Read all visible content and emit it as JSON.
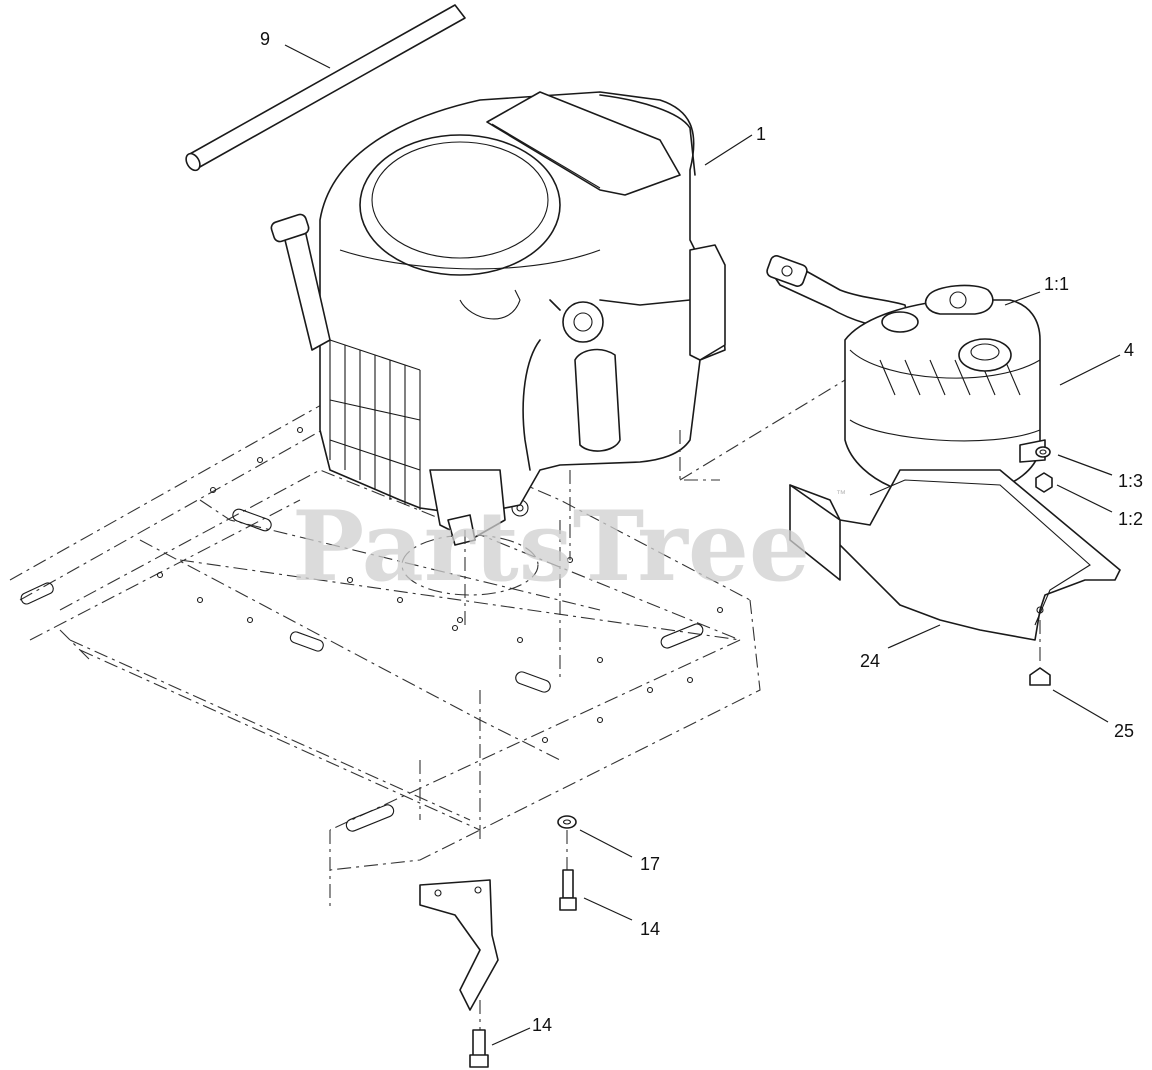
{
  "watermark": {
    "text": "PartsTree",
    "trademark": "™"
  },
  "callouts": [
    {
      "id": "c9",
      "label": "9"
    },
    {
      "id": "c1",
      "label": "1"
    },
    {
      "id": "c11",
      "label": "1:1"
    },
    {
      "id": "c4",
      "label": "4"
    },
    {
      "id": "c13",
      "label": "1:3"
    },
    {
      "id": "c12",
      "label": "1:2"
    },
    {
      "id": "c24",
      "label": "24"
    },
    {
      "id": "c25",
      "label": "25"
    },
    {
      "id": "c17",
      "label": "17"
    },
    {
      "id": "c14a",
      "label": "14"
    },
    {
      "id": "c14b",
      "label": "14"
    }
  ]
}
